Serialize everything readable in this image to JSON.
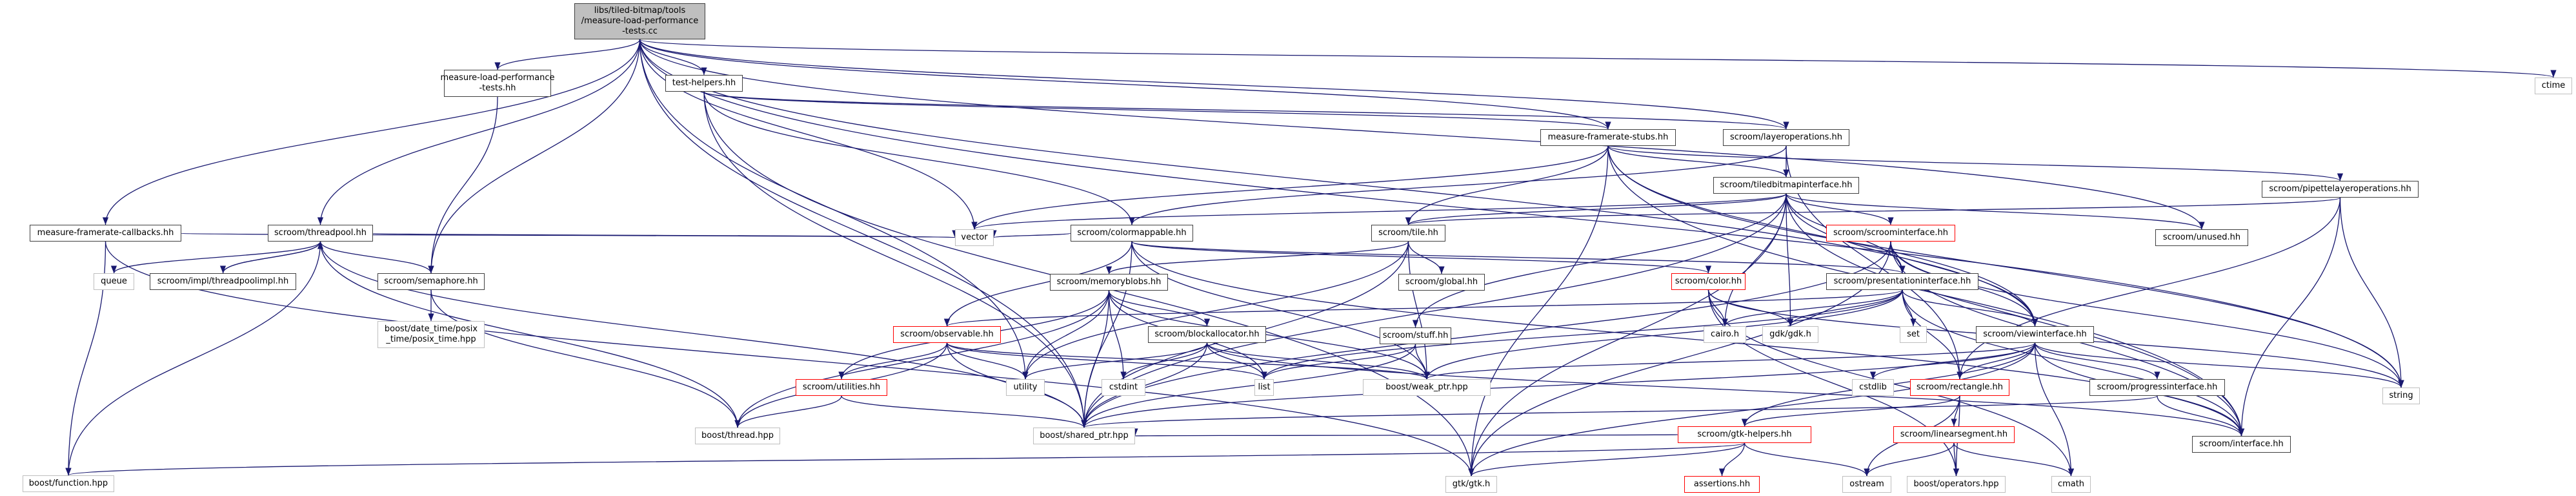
{
  "title": "libs/tiled-bitmap/tools/measure-load-performance-tests.cc include dependency graph",
  "colors": {
    "edge": "#191970",
    "node_border": "#404040",
    "system_border": "#bfbfbf",
    "incomplete_border": "#ff0000",
    "root_fill": "#bfbfbf"
  },
  "nodes": [
    {
      "id": "root",
      "label": "libs/tiled-bitmap/tools\n/measure-load-performance\n-tests.cc",
      "kind": "root"
    },
    {
      "id": "mlpt",
      "label": "measure-load-performance\n-tests.hh",
      "kind": "normal"
    },
    {
      "id": "testhelpers",
      "label": "test-helpers.hh",
      "kind": "normal"
    },
    {
      "id": "stubs",
      "label": "measure-framerate-stubs.hh",
      "kind": "normal"
    },
    {
      "id": "layerops",
      "label": "scroom/layeroperations.hh",
      "kind": "normal"
    },
    {
      "id": "ctime",
      "label": "ctime",
      "kind": "system"
    },
    {
      "id": "tiledbitmap",
      "label": "scroom/tiledbitmapinterface.hh",
      "kind": "normal"
    },
    {
      "id": "pipette",
      "label": "scroom/pipettelayeroperations.hh",
      "kind": "normal"
    },
    {
      "id": "callbacks",
      "label": "measure-framerate-callbacks.hh",
      "kind": "normal"
    },
    {
      "id": "threadpool",
      "label": "scroom/threadpool.hh",
      "kind": "normal"
    },
    {
      "id": "vector",
      "label": "vector",
      "kind": "system"
    },
    {
      "id": "colormappable",
      "label": "scroom/colormappable.hh",
      "kind": "normal"
    },
    {
      "id": "tile",
      "label": "scroom/tile.hh",
      "kind": "normal"
    },
    {
      "id": "scroominterface",
      "label": "scroom/scroominterface.hh",
      "kind": "incomplete"
    },
    {
      "id": "unused",
      "label": "scroom/unused.hh",
      "kind": "normal"
    },
    {
      "id": "queue",
      "label": "queue",
      "kind": "system"
    },
    {
      "id": "threadpoolimpl",
      "label": "scroom/impl/threadpoolimpl.hh",
      "kind": "normal"
    },
    {
      "id": "semaphore",
      "label": "scroom/semaphore.hh",
      "kind": "normal"
    },
    {
      "id": "memoryblobs",
      "label": "scroom/memoryblobs.hh",
      "kind": "normal"
    },
    {
      "id": "global",
      "label": "scroom/global.hh",
      "kind": "normal"
    },
    {
      "id": "color",
      "label": "scroom/color.hh",
      "kind": "incomplete"
    },
    {
      "id": "presentation",
      "label": "scroom/presentationinterface.hh",
      "kind": "normal"
    },
    {
      "id": "posixtime",
      "label": "boost/date_time/posix\n_time/posix_time.hpp",
      "kind": "system"
    },
    {
      "id": "observable",
      "label": "scroom/observable.hh",
      "kind": "incomplete"
    },
    {
      "id": "blockallocator",
      "label": "scroom/blockallocator.hh",
      "kind": "normal"
    },
    {
      "id": "stuff",
      "label": "scroom/stuff.hh",
      "kind": "normal"
    },
    {
      "id": "cairo",
      "label": "cairo.h",
      "kind": "system"
    },
    {
      "id": "gdk",
      "label": "gdk/gdk.h",
      "kind": "system"
    },
    {
      "id": "set",
      "label": "set",
      "kind": "system"
    },
    {
      "id": "viewinterface",
      "label": "scroom/viewinterface.hh",
      "kind": "normal"
    },
    {
      "id": "utilities",
      "label": "scroom/utilities.hh",
      "kind": "incomplete"
    },
    {
      "id": "utility",
      "label": "utility",
      "kind": "system"
    },
    {
      "id": "cstdint",
      "label": "cstdint",
      "kind": "system"
    },
    {
      "id": "list",
      "label": "list",
      "kind": "system"
    },
    {
      "id": "weakptr",
      "label": "boost/weak_ptr.hpp",
      "kind": "system"
    },
    {
      "id": "cstdlib",
      "label": "cstdlib",
      "kind": "system"
    },
    {
      "id": "rectangle",
      "label": "scroom/rectangle.hh",
      "kind": "incomplete"
    },
    {
      "id": "progress",
      "label": "scroom/progressinterface.hh",
      "kind": "normal"
    },
    {
      "id": "string",
      "label": "string",
      "kind": "system"
    },
    {
      "id": "thread",
      "label": "boost/thread.hpp",
      "kind": "system"
    },
    {
      "id": "sharedptr",
      "label": "boost/shared_ptr.hpp",
      "kind": "system"
    },
    {
      "id": "gtkhelpers",
      "label": "scroom/gtk-helpers.hh",
      "kind": "incomplete"
    },
    {
      "id": "linearsegment",
      "label": "scroom/linearsegment.hh",
      "kind": "incomplete"
    },
    {
      "id": "interface",
      "label": "scroom/interface.hh",
      "kind": "normal"
    },
    {
      "id": "function",
      "label": "boost/function.hpp",
      "kind": "system"
    },
    {
      "id": "gtk",
      "label": "gtk/gtk.h",
      "kind": "system"
    },
    {
      "id": "assertions",
      "label": "assertions.hh",
      "kind": "incomplete"
    },
    {
      "id": "ostream",
      "label": "ostream",
      "kind": "system"
    },
    {
      "id": "operators",
      "label": "boost/operators.hpp",
      "kind": "system"
    },
    {
      "id": "cmath",
      "label": "cmath",
      "kind": "system"
    }
  ],
  "edges": [
    [
      "root",
      "mlpt"
    ],
    [
      "root",
      "testhelpers"
    ],
    [
      "root",
      "stubs"
    ],
    [
      "root",
      "layerops"
    ],
    [
      "root",
      "ctime"
    ],
    [
      "root",
      "callbacks"
    ],
    [
      "root",
      "threadpool"
    ],
    [
      "root",
      "semaphore"
    ],
    [
      "root",
      "vector"
    ],
    [
      "root",
      "sharedptr"
    ],
    [
      "root",
      "utility"
    ],
    [
      "root",
      "string"
    ],
    [
      "root",
      "unused"
    ],
    [
      "root",
      "viewinterface"
    ],
    [
      "mlpt",
      "semaphore"
    ],
    [
      "testhelpers",
      "stubs"
    ],
    [
      "testhelpers",
      "layerops"
    ],
    [
      "testhelpers",
      "colormappable"
    ],
    [
      "testhelpers",
      "sharedptr"
    ],
    [
      "testhelpers",
      "gtk"
    ],
    [
      "stubs",
      "tiledbitmap"
    ],
    [
      "stubs",
      "vector"
    ],
    [
      "stubs",
      "tile"
    ],
    [
      "stubs",
      "gtk"
    ],
    [
      "stubs",
      "pipette"
    ],
    [
      "stubs",
      "viewinterface"
    ],
    [
      "stubs",
      "interface"
    ],
    [
      "stubs",
      "string"
    ],
    [
      "layerops",
      "tiledbitmap"
    ],
    [
      "layerops",
      "colormappable"
    ],
    [
      "layerops",
      "rectangle"
    ],
    [
      "pipette",
      "tile"
    ],
    [
      "pipette",
      "rectangle"
    ],
    [
      "pipette",
      "string"
    ],
    [
      "pipette",
      "interface"
    ],
    [
      "tiledbitmap",
      "vector"
    ],
    [
      "tiledbitmap",
      "tile"
    ],
    [
      "tiledbitmap",
      "scroominterface"
    ],
    [
      "tiledbitmap",
      "presentation"
    ],
    [
      "tiledbitmap",
      "viewinterface"
    ],
    [
      "tiledbitmap",
      "stuff"
    ],
    [
      "tiledbitmap",
      "cairo"
    ],
    [
      "tiledbitmap",
      "gdk"
    ],
    [
      "tiledbitmap",
      "unused"
    ],
    [
      "tiledbitmap",
      "interface"
    ],
    [
      "tiledbitmap",
      "sharedptr"
    ],
    [
      "tiledbitmap",
      "gtk"
    ],
    [
      "callbacks",
      "vector"
    ],
    [
      "callbacks",
      "function"
    ],
    [
      "callbacks",
      "gtk"
    ],
    [
      "threadpool",
      "queue"
    ],
    [
      "threadpool",
      "threadpoolimpl"
    ],
    [
      "threadpool",
      "semaphore"
    ],
    [
      "threadpool",
      "vector"
    ],
    [
      "threadpool",
      "thread"
    ],
    [
      "threadpool",
      "sharedptr"
    ],
    [
      "threadpool",
      "function"
    ],
    [
      "threadpoolimpl",
      "threadpool"
    ],
    [
      "semaphore",
      "posixtime"
    ],
    [
      "semaphore",
      "thread"
    ],
    [
      "colormappable",
      "vector"
    ],
    [
      "colormappable",
      "observable"
    ],
    [
      "colormappable",
      "color"
    ],
    [
      "colormappable",
      "presentation"
    ],
    [
      "colormappable",
      "sharedptr"
    ],
    [
      "colormappable",
      "weakptr"
    ],
    [
      "colormappable",
      "interface"
    ],
    [
      "tile",
      "global"
    ],
    [
      "tile",
      "memoryblobs"
    ],
    [
      "tile",
      "sharedptr"
    ],
    [
      "tile",
      "weakptr"
    ],
    [
      "tile",
      "utility"
    ],
    [
      "scroominterface",
      "presentation"
    ],
    [
      "scroominterface",
      "viewinterface"
    ],
    [
      "scroominterface",
      "string"
    ],
    [
      "scroominterface",
      "sharedptr"
    ],
    [
      "scroominterface",
      "gtk"
    ],
    [
      "scroominterface",
      "interface"
    ],
    [
      "memoryblobs",
      "blockallocator"
    ],
    [
      "memoryblobs",
      "utilities"
    ],
    [
      "memoryblobs",
      "utility"
    ],
    [
      "memoryblobs",
      "cstdint"
    ],
    [
      "memoryblobs",
      "list"
    ],
    [
      "memoryblobs",
      "sharedptr"
    ],
    [
      "memoryblobs",
      "thread"
    ],
    [
      "memoryblobs",
      "weakptr"
    ],
    [
      "color",
      "cairo"
    ],
    [
      "color",
      "gdk"
    ],
    [
      "color",
      "cmath"
    ],
    [
      "color",
      "operators"
    ],
    [
      "color",
      "string"
    ],
    [
      "presentation",
      "cairo"
    ],
    [
      "presentation",
      "gdk"
    ],
    [
      "presentation",
      "set"
    ],
    [
      "presentation",
      "viewinterface"
    ],
    [
      "presentation",
      "rectangle"
    ],
    [
      "presentation",
      "observable"
    ],
    [
      "presentation",
      "list"
    ],
    [
      "presentation",
      "weakptr"
    ],
    [
      "presentation",
      "interface"
    ],
    [
      "observable",
      "utilities"
    ],
    [
      "observable",
      "utility"
    ],
    [
      "observable",
      "list"
    ],
    [
      "observable",
      "sharedptr"
    ],
    [
      "observable",
      "weakptr"
    ],
    [
      "observable",
      "thread"
    ],
    [
      "blockallocator",
      "utility"
    ],
    [
      "blockallocator",
      "cstdint"
    ],
    [
      "blockallocator",
      "list"
    ],
    [
      "blockallocator",
      "sharedptr"
    ],
    [
      "blockallocator",
      "weakptr"
    ],
    [
      "blockallocator",
      "interface"
    ],
    [
      "stuff",
      "list"
    ],
    [
      "stuff",
      "sharedptr"
    ],
    [
      "stuff",
      "weakptr"
    ],
    [
      "viewinterface",
      "cstdlib"
    ],
    [
      "viewinterface",
      "rectangle"
    ],
    [
      "viewinterface",
      "progress"
    ],
    [
      "viewinterface",
      "gtkhelpers"
    ],
    [
      "viewinterface",
      "interface"
    ],
    [
      "viewinterface",
      "cmath"
    ],
    [
      "viewinterface",
      "string"
    ],
    [
      "viewinterface",
      "sharedptr"
    ],
    [
      "viewinterface",
      "weakptr"
    ],
    [
      "viewinterface",
      "gtk"
    ],
    [
      "utilities",
      "thread"
    ],
    [
      "utilities",
      "sharedptr"
    ],
    [
      "rectangle",
      "gtkhelpers"
    ],
    [
      "rectangle",
      "linearsegment"
    ],
    [
      "rectangle",
      "ostream"
    ],
    [
      "rectangle",
      "operators"
    ],
    [
      "progress",
      "interface"
    ],
    [
      "progress",
      "sharedptr"
    ],
    [
      "gtkhelpers",
      "function"
    ],
    [
      "gtkhelpers",
      "gtk"
    ],
    [
      "gtkhelpers",
      "assertions"
    ],
    [
      "gtkhelpers",
      "ostream"
    ],
    [
      "gtkhelpers",
      "sharedptr"
    ],
    [
      "linearsegment",
      "ostream"
    ],
    [
      "linearsegment",
      "operators"
    ],
    [
      "linearsegment",
      "cmath"
    ]
  ]
}
